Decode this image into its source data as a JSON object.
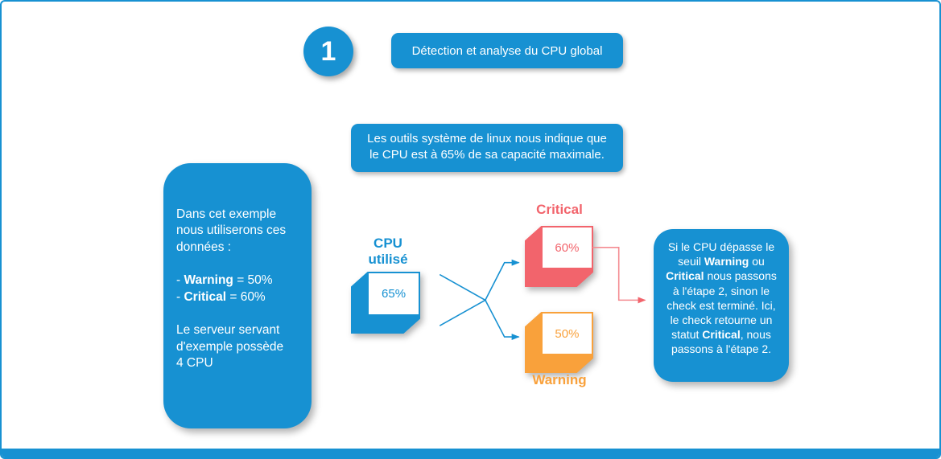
{
  "colors": {
    "primary_blue": "#1791d2",
    "critical_red": "#f2646c",
    "warning_orange": "#f9a13b",
    "connector_pink": "#f48b91",
    "background": "#ffffff"
  },
  "step_badge": {
    "number": "1"
  },
  "header": {
    "title": "Détection et analyse du CPU global"
  },
  "top_note": {
    "text": "Les outils système de linux nous indique que le CPU est à 65% de sa capacité maximale."
  },
  "left_panel": {
    "paragraphs": [
      {
        "segments": [
          {
            "t": "Dans cet exemple nous utiliserons ces données :"
          }
        ]
      },
      {
        "segments": [
          {
            "t": "- "
          },
          {
            "t": "Warning",
            "b": true
          },
          {
            "t": " = 50%"
          }
        ]
      },
      {
        "segments": [
          {
            "t": "- "
          },
          {
            "t": "Critical",
            "b": true
          },
          {
            "t": " = 60%"
          }
        ]
      },
      {
        "segments": [
          {
            "t": "Le serveur servant d'exemple possède 4 CPU"
          }
        ]
      }
    ]
  },
  "flow": {
    "cpu": {
      "label": "CPU utilisé",
      "value": "65%"
    },
    "critical": {
      "label": "Critical",
      "value": "60%"
    },
    "warning": {
      "label": "Warning",
      "value": "50%"
    }
  },
  "right_panel": {
    "segments": [
      {
        "t": "Si le CPU dépasse le seuil "
      },
      {
        "t": "Warning",
        "b": true
      },
      {
        "t": " ou "
      },
      {
        "t": "Critical",
        "b": true
      },
      {
        "t": " nous passons à l'étape 2, sinon le check est terminé. Ici, le check retourne un statut "
      },
      {
        "t": "Critical",
        "b": true
      },
      {
        "t": ", nous passons à l'étape 2."
      }
    ]
  }
}
